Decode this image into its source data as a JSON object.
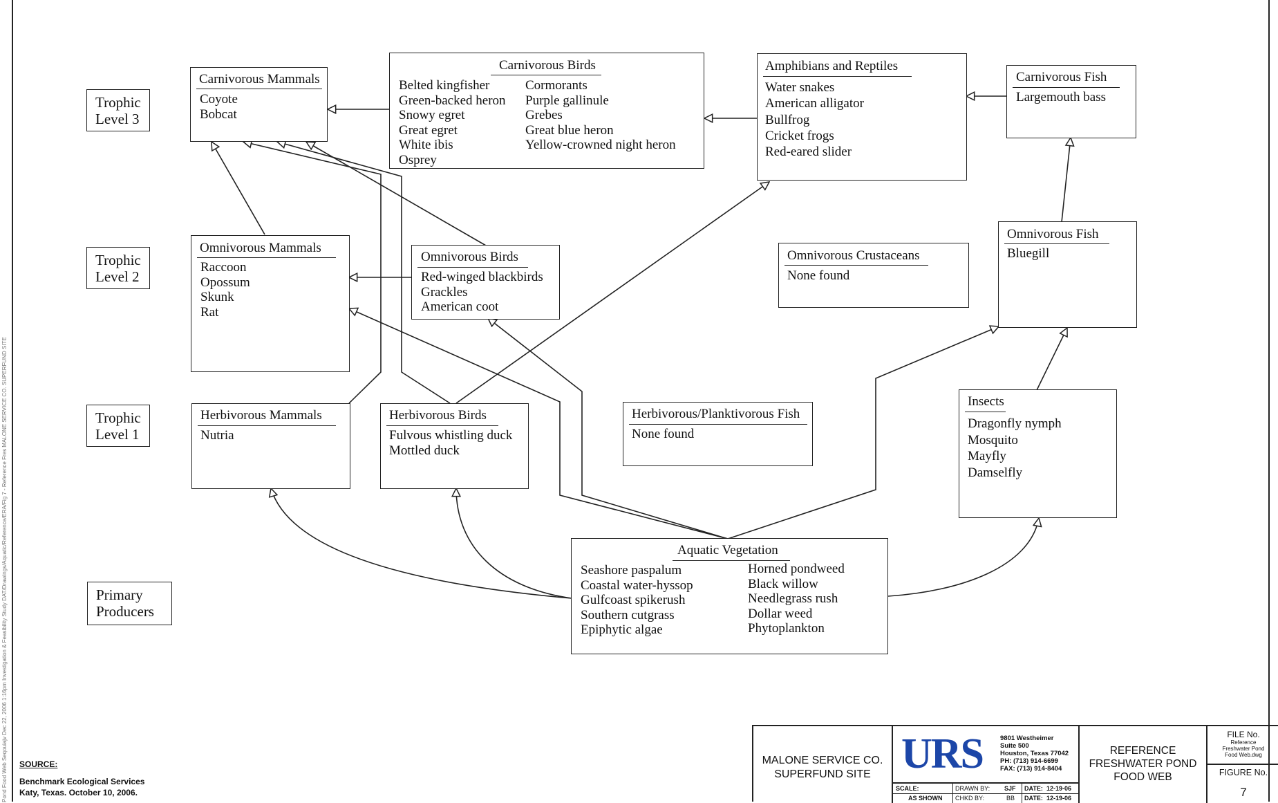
{
  "levels": [
    {
      "id": "trophic-level-3",
      "line1": "Trophic",
      "line2": "Level 3"
    },
    {
      "id": "trophic-level-2",
      "line1": "Trophic",
      "line2": "Level 2"
    },
    {
      "id": "trophic-level-1",
      "line1": "Trophic",
      "line2": "Level 1"
    },
    {
      "id": "primary-producers",
      "line1": "Primary",
      "line2": "Producers"
    }
  ],
  "boxes": {
    "carnivorous_mammals": {
      "title": "Carnivorous Mammals",
      "items": [
        "Coyote",
        "Bobcat"
      ]
    },
    "carnivorous_birds": {
      "title": "Carnivorous Birds",
      "col1": [
        "Belted kingfisher",
        "Green-backed heron",
        "Snowy egret",
        "Great egret",
        "White ibis",
        "Osprey"
      ],
      "col2": [
        "Cormorants",
        "Purple gallinule",
        "Grebes",
        "Great blue heron",
        "Yellow-crowned night  heron"
      ]
    },
    "amphibians_reptiles": {
      "title": "Amphibians and Reptiles",
      "items": [
        "Water snakes",
        "American alligator",
        "Bullfrog",
        "Cricket frogs",
        "Red-eared slider"
      ]
    },
    "carnivorous_fish": {
      "title": "Carnivorous Fish",
      "items": [
        "Largemouth bass"
      ]
    },
    "omnivorous_mammals": {
      "title": "Omnivorous Mammals",
      "items": [
        "Raccoon",
        "Opossum",
        "Skunk",
        "Rat"
      ]
    },
    "omnivorous_birds": {
      "title": "Omnivorous Birds",
      "items": [
        "Red-winged blackbirds",
        "Grackles",
        "American coot"
      ]
    },
    "omnivorous_crustaceans": {
      "title": "Omnivorous Crustaceans",
      "items": [
        "None found"
      ]
    },
    "omnivorous_fish": {
      "title": "Omnivorous Fish",
      "items": [
        "Bluegill"
      ]
    },
    "herbivorous_mammals": {
      "title": "Herbivorous Mammals",
      "items": [
        "Nutria"
      ]
    },
    "herbivorous_birds": {
      "title": "Herbivorous Birds",
      "items": [
        "Fulvous whistling duck",
        "Mottled duck"
      ]
    },
    "herbivorous_fish": {
      "title": "Herbivorous/Planktivorous Fish",
      "items": [
        "None found"
      ]
    },
    "insects": {
      "title": "Insects",
      "items": [
        "Dragonfly nymph",
        "Mosquito",
        "Mayfly",
        "Damselfly"
      ]
    },
    "aquatic_vegetation": {
      "title": "Aquatic Vegetation",
      "col1": [
        "Seashore paspalum",
        "Coastal water-hyssop",
        "Gulfcoast spikerush",
        "Southern cutgrass",
        "Epiphytic algae"
      ],
      "col2": [
        "Horned pondweed",
        "Black willow",
        "Needlegrass rush",
        "Dollar weed",
        "Phytoplankton"
      ]
    }
  },
  "source": {
    "header": "SOURCE:",
    "line1": "Benchmark Ecological Services",
    "line2": "Katy, Texas.  October 10, 2006."
  },
  "side_note": "Pond Food Web Seqouiajv   Dec 22, 2006  1:16pm        Investigation & Feasibility Study DAT/Drawings/Aquatic/Reference/ERA/Fig 7 - Reference Fres   MALONE SERVICE CO. SUPERFUND SITE",
  "title_block": {
    "site_line1": "MALONE SERVICE CO.",
    "site_line2": "SUPERFUND SITE",
    "logo": "URS",
    "address": [
      "9801 Westheimer",
      "Suite 500",
      "Houston, Texas 77042",
      "PH: (713) 914-6699",
      "FAX: (713) 914-8404"
    ],
    "scale_label": "SCALE:",
    "scale_value": "AS SHOWN",
    "drawn_by_label": "DRAWN BY:",
    "drawn_by": "SJF",
    "chkd_by_label": "CHKD BY:",
    "chkd_by": "BB",
    "date_label": "DATE:",
    "date1": "12-19-06",
    "date2": "12-19-06",
    "title_line1": "REFERENCE",
    "title_line2": "FRESHWATER POND",
    "title_line3": "FOOD WEB",
    "file_no_label": "FILE No.",
    "file_no": [
      "Reference",
      "Freshwater Pond",
      "Food Web.dwg"
    ],
    "figure_no_label": "FIGURE No.",
    "figure_no": "7"
  }
}
